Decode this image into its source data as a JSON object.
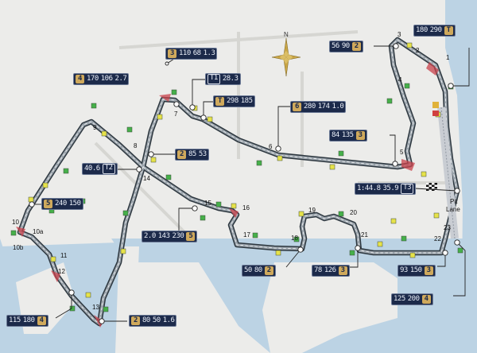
{
  "map": {
    "compass_label": "N",
    "turns": [
      {
        "id": "t1",
        "label": "1"
      },
      {
        "id": "t2",
        "label": "2"
      },
      {
        "id": "t3",
        "label": "3"
      },
      {
        "id": "t4",
        "label": "4"
      },
      {
        "id": "t5",
        "label": "5"
      },
      {
        "id": "t6",
        "label": "6"
      },
      {
        "id": "t7",
        "label": "7"
      },
      {
        "id": "t8",
        "label": "8"
      },
      {
        "id": "t9",
        "label": "9"
      },
      {
        "id": "t10",
        "label": "10"
      },
      {
        "id": "t10a",
        "label": "10a"
      },
      {
        "id": "t10b",
        "label": "10b"
      },
      {
        "id": "t11",
        "label": "11"
      },
      {
        "id": "t12",
        "label": "12"
      },
      {
        "id": "t13",
        "label": "13"
      },
      {
        "id": "t14",
        "label": "14"
      },
      {
        "id": "t15",
        "label": "15"
      },
      {
        "id": "t16",
        "label": "16"
      },
      {
        "id": "t17",
        "label": "17"
      },
      {
        "id": "t18",
        "label": "18"
      },
      {
        "id": "t19",
        "label": "19"
      },
      {
        "id": "t20",
        "label": "20"
      },
      {
        "id": "t21",
        "label": "21"
      },
      {
        "id": "t22",
        "label": "22"
      },
      {
        "id": "t23",
        "label": "23"
      }
    ],
    "pit_lane_label_1": "Pit",
    "pit_lane_label_2": "Lane",
    "info_boxes": [
      {
        "id": "b3",
        "parts": [
          "3",
          "110",
          "68",
          "1.3"
        ]
      },
      {
        "id": "bT1",
        "parts": [
          "T1",
          "28.3"
        ]
      },
      {
        "id": "bT",
        "parts": [
          "T",
          "298",
          "185"
        ]
      },
      {
        "id": "b4",
        "parts": [
          "4",
          "170",
          "106",
          "2.7"
        ]
      },
      {
        "id": "b56",
        "parts": [
          "56",
          "90",
          "2"
        ]
      },
      {
        "id": "b180",
        "parts": [
          "180",
          "290",
          "T"
        ]
      },
      {
        "id": "b6",
        "parts": [
          "6",
          "280",
          "174",
          "1.0"
        ]
      },
      {
        "id": "b84",
        "parts": [
          "84",
          "135",
          "3"
        ]
      },
      {
        "id": "b85",
        "parts": [
          "2",
          "85",
          "53"
        ]
      },
      {
        "id": "b406",
        "parts": [
          "40.6",
          "T2"
        ]
      },
      {
        "id": "b144",
        "parts": [
          "1:44.8",
          "35.9",
          "T3"
        ]
      },
      {
        "id": "b240",
        "parts": [
          "5",
          "240",
          "150"
        ]
      },
      {
        "id": "b143",
        "parts": [
          "2.0",
          "143",
          "230",
          "5"
        ]
      },
      {
        "id": "b5080",
        "parts": [
          "50",
          "80",
          "2"
        ]
      },
      {
        "id": "b78",
        "parts": [
          "78",
          "126",
          "3"
        ]
      },
      {
        "id": "b93",
        "parts": [
          "93",
          "150",
          "3"
        ]
      },
      {
        "id": "b125",
        "parts": [
          "125",
          "200",
          "4"
        ]
      },
      {
        "id": "b115",
        "parts": [
          "115",
          "180",
          "4"
        ]
      },
      {
        "id": "b280",
        "parts": [
          "2",
          "80",
          "50",
          "1.6"
        ]
      }
    ],
    "colors": {
      "water": "#bcd3e4",
      "land": "#ececea",
      "track": "#55606a",
      "kerb": "#c8414b",
      "box": "#1c2a4a",
      "gear": "#cfa95c",
      "marker_green": "#46b04a",
      "marker_yellow": "#e6e24a"
    }
  }
}
